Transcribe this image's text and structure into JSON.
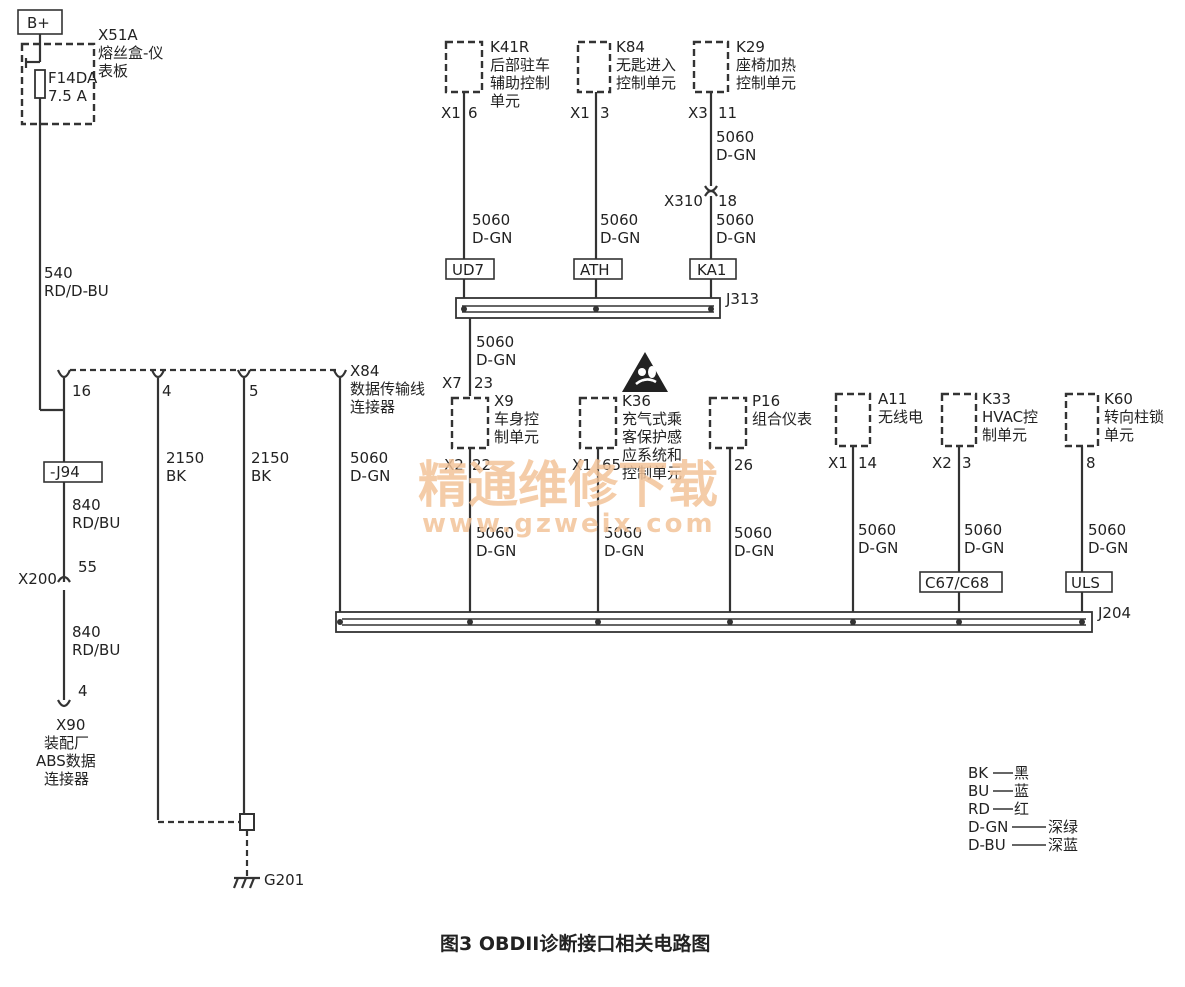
{
  "supply": {
    "label": "B+"
  },
  "fuse_box": {
    "name": "X51A",
    "desc_line1": "熔丝盒-仪",
    "desc_line2": "表板",
    "fuse_id": "F14DA",
    "fuse_rating": "7.5 A"
  },
  "supply_wire": {
    "circuit": "540",
    "color": "RD/D-BU"
  },
  "dlc": {
    "name": "X84",
    "desc_line1": "数据传输线",
    "desc_line2": "连接器",
    "pins": [
      "16",
      "4",
      "5"
    ]
  },
  "ground_wires": [
    {
      "circuit": "2150",
      "color": "BK"
    },
    {
      "circuit": "2150",
      "color": "BK"
    }
  ],
  "ground": {
    "name": "G201"
  },
  "x84_wire": {
    "circuit": "5060",
    "color": "D-GN"
  },
  "abs_branch": {
    "splice": "-J94",
    "wire1": {
      "circuit": "840",
      "color": "RD/BU"
    },
    "inline_conn": "X200",
    "inline_pin": "55",
    "wire2": {
      "circuit": "840",
      "color": "RD/BU"
    },
    "end_pin": "4",
    "end_name": "X90",
    "end_line1": "装配厂",
    "end_line2": "ABS数据",
    "end_line3": "连接器"
  },
  "top_modules": [
    {
      "id": "K41R",
      "line1": "后部驻车",
      "line2": "辅助控制",
      "line3": "单元",
      "conn": "X1",
      "pin": "6",
      "circuit": "5060",
      "color": "D-GN",
      "tag": "UD7"
    },
    {
      "id": "K84",
      "line1": "无匙进入",
      "line2": "控制单元",
      "line3": "",
      "conn": "X1",
      "pin": "3",
      "circuit": "5060",
      "color": "D-GN",
      "tag": "ATH"
    },
    {
      "id": "K29",
      "line1": "座椅加热",
      "line2": "控制单元",
      "line3": "",
      "conn": "X3",
      "pin": "11",
      "circuit": "5060",
      "color": "D-GN",
      "tag": "KA1"
    }
  ],
  "k29_upper_wire": {
    "circuit": "5060",
    "color": "D-GN"
  },
  "k29_inline": {
    "conn": "X310",
    "pin": "18"
  },
  "splice_j313": {
    "name": "J313"
  },
  "j313_out_wire": {
    "circuit": "5060",
    "color": "D-GN"
  },
  "bottom_modules": [
    {
      "id": "X9",
      "line1": "车身控",
      "line2": "制单元",
      "line3": "",
      "line4": "",
      "conn": "X2",
      "pin": "22",
      "circuit": "5060",
      "color": "D-GN",
      "tag": "",
      "upper_conn": "X7",
      "upper_pin": "23"
    },
    {
      "id": "K36",
      "line1": "充气式乘",
      "line2": "客保护感",
      "line3": "应系统和",
      "line4": "控制单元",
      "conn": "X1",
      "pin": "65",
      "circuit": "5060",
      "color": "D-GN",
      "tag": ""
    },
    {
      "id": "P16",
      "line1": "组合仪表",
      "line2": "",
      "line3": "",
      "line4": "",
      "conn": "",
      "pin": "26",
      "circuit": "5060",
      "color": "D-GN",
      "tag": ""
    },
    {
      "id": "A11",
      "line1": "无线电",
      "line2": "",
      "line3": "",
      "line4": "",
      "conn": "X1",
      "pin": "14",
      "circuit": "5060",
      "color": "D-GN",
      "tag": ""
    },
    {
      "id": "K33",
      "line1": "HVAC控",
      "line2": "制单元",
      "line3": "",
      "line4": "",
      "conn": "X2",
      "pin": "3",
      "circuit": "5060",
      "color": "D-GN",
      "tag": "C67/C68"
    },
    {
      "id": "K60",
      "line1": "转向柱锁",
      "line2": "单元",
      "line3": "",
      "line4": "",
      "conn": "",
      "pin": "8",
      "circuit": "5060",
      "color": "D-GN",
      "tag": "ULS"
    }
  ],
  "splice_j204": {
    "name": "J204"
  },
  "legend": [
    {
      "code": "BK",
      "meaning": "黑"
    },
    {
      "code": "BU",
      "meaning": "蓝"
    },
    {
      "code": "RD",
      "meaning": "红"
    },
    {
      "code": "D-GN",
      "meaning": "深绿"
    },
    {
      "code": "D-BU",
      "meaning": "深蓝"
    }
  ],
  "watermark": {
    "line1": "精通维修下载",
    "line2": "www.gzweix.com"
  },
  "caption": "图3 OBDII诊断接口相关电路图"
}
